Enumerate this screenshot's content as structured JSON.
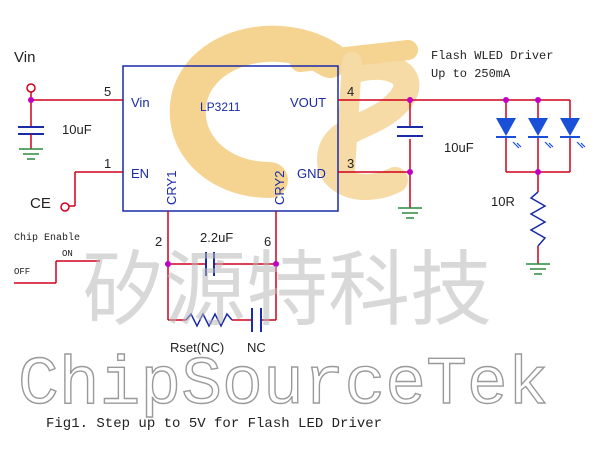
{
  "colors": {
    "wire": "#d0001c",
    "chip": "#1a2aa8",
    "component": "#1a2aa8",
    "node": "#c000c0",
    "text": "#222222",
    "logo": "#f2c66e",
    "watermark": "#b8b8b8",
    "led": "#1a4fd8",
    "ground": "#2a8a3a"
  },
  "labels": {
    "vin": "Vin",
    "ce": "CE",
    "chip_enable": "Chip Enable",
    "off": "OFF",
    "on": "ON",
    "flash_line1": "Flash WLED Driver",
    "flash_line2": "Up to 250mA",
    "cap_in": "10uF",
    "cap_out": "10uF",
    "cap_fly": "2.2uF",
    "resistor": "10R",
    "rset": "Rset(NC)",
    "nc": "NC",
    "caption": "Fig1. Step up to 5V for Flash LED Driver"
  },
  "chip": {
    "name": "LP3211",
    "pin_vin": "Vin",
    "pin_en": "EN",
    "pin_vout": "VOUT",
    "pin_gnd": "GND",
    "pin_cry1": "CRY1",
    "pin_cry2": "CRY2",
    "num_vin": "5",
    "num_en": "1",
    "num_vout": "4",
    "num_gnd": "3",
    "num_cry1": "2",
    "num_cry2": "6"
  },
  "watermark": {
    "logo_letters": "CST",
    "chinese": "矽源特科技",
    "english": "ChipSourceTek"
  },
  "icons": [
    "capacitor-icon",
    "ground-icon",
    "led-icon",
    "resistor-icon",
    "terminal-icon"
  ]
}
